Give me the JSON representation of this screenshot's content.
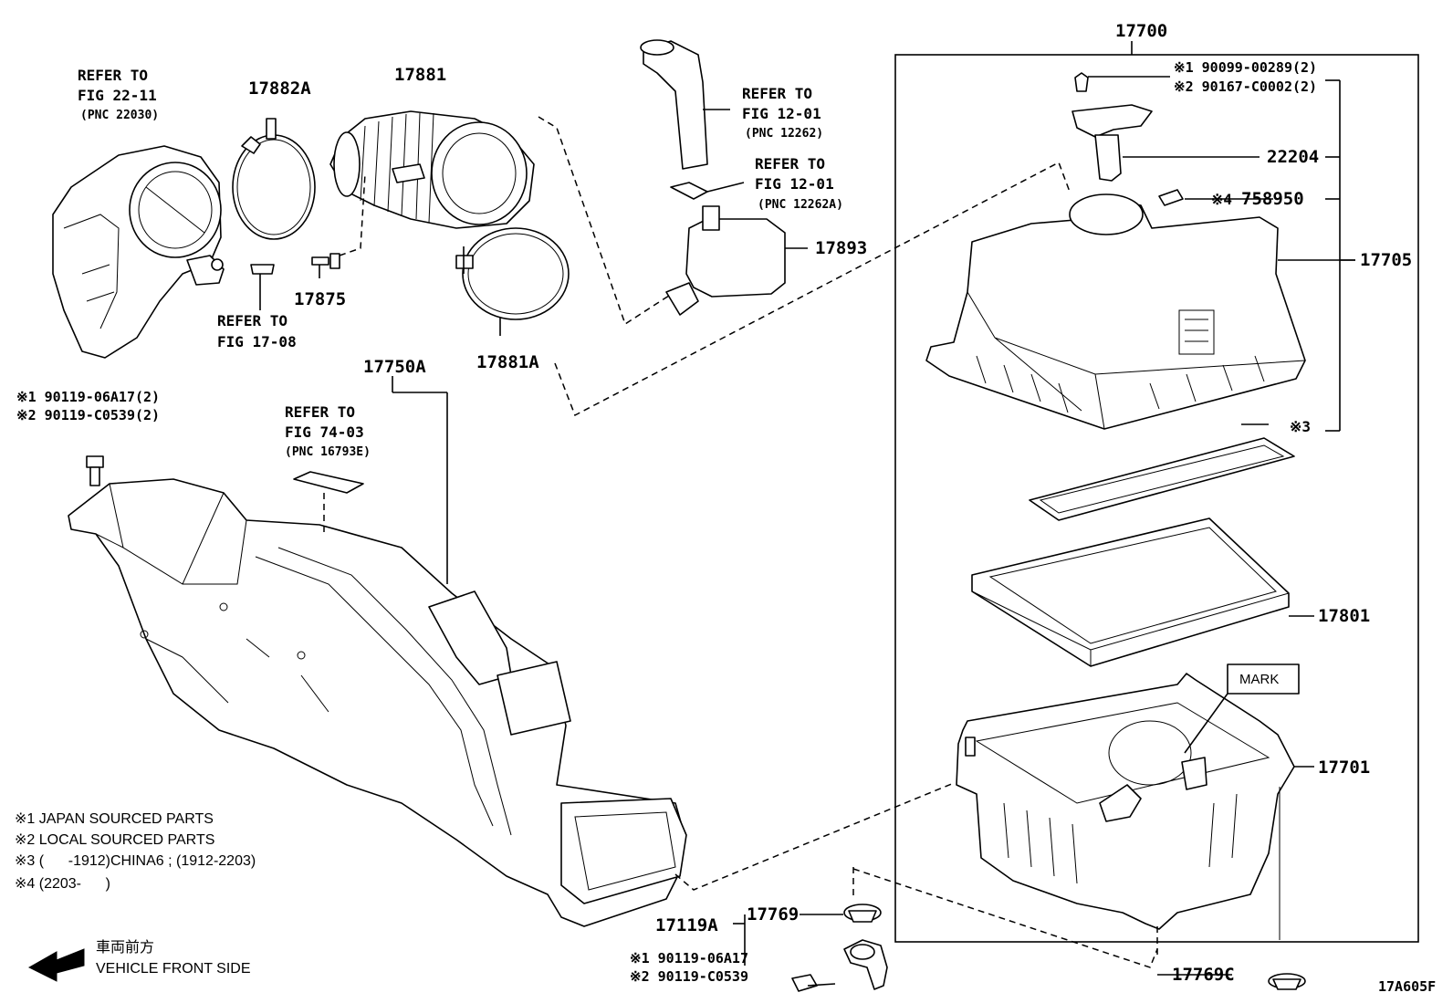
{
  "parts": {
    "p17700": "17700",
    "p17882A": "17882A",
    "p17881": "17881",
    "p17875": "17875",
    "p17881A": "17881A",
    "p17893": "17893",
    "p22204": "22204",
    "p758950": "758950",
    "p17705": "17705",
    "p17801": "17801",
    "p17701": "17701",
    "p17750A": "17750A",
    "p17769": "17769",
    "p17119A": "17119A",
    "p17769C": "17769C"
  },
  "refs": {
    "throttle": {
      "line1": "REFER TO",
      "line2": "FIG 22-11",
      "pnc": "(PNC 22030)"
    },
    "hose": {
      "line1": "REFER TO",
      "line2": "FIG 17-08"
    },
    "pcv1": {
      "line1": "REFER TO",
      "line2": "FIG 12-01",
      "pnc": "(PNC 12262)"
    },
    "pcv2": {
      "line1": "REFER TO",
      "line2": "FIG 12-01",
      "pnc": "(PNC 12262A)"
    },
    "label": {
      "line1": "REFER TO",
      "line2": "FIG 74-03",
      "pnc": "(PNC 16793E)"
    }
  },
  "fasteners": {
    "top_j": "※1 90099-00289(2)",
    "top_l": "※2 90167-C0002(2)",
    "left_j": "※1 90119-06A17(2)",
    "left_l": "※2 90119-C0539(2)",
    "bottom_j": "※1 90119-06A17",
    "bottom_l": "※2 90119-C0539"
  },
  "callouts": {
    "note3": "※3",
    "note4": "※4",
    "mark": "MARK"
  },
  "legend": {
    "l1": "※1 JAPAN SOURCED PARTS",
    "l2": "※2 LOCAL SOURCED PARTS",
    "l3": "※3 (      -1912)CHINA6 ; (1912-2203)",
    "l4": "※4 (2203-      )"
  },
  "direction": {
    "jp": "車両前方",
    "en": "VEHICLE FRONT SIDE"
  },
  "figure_id": "17A605F"
}
